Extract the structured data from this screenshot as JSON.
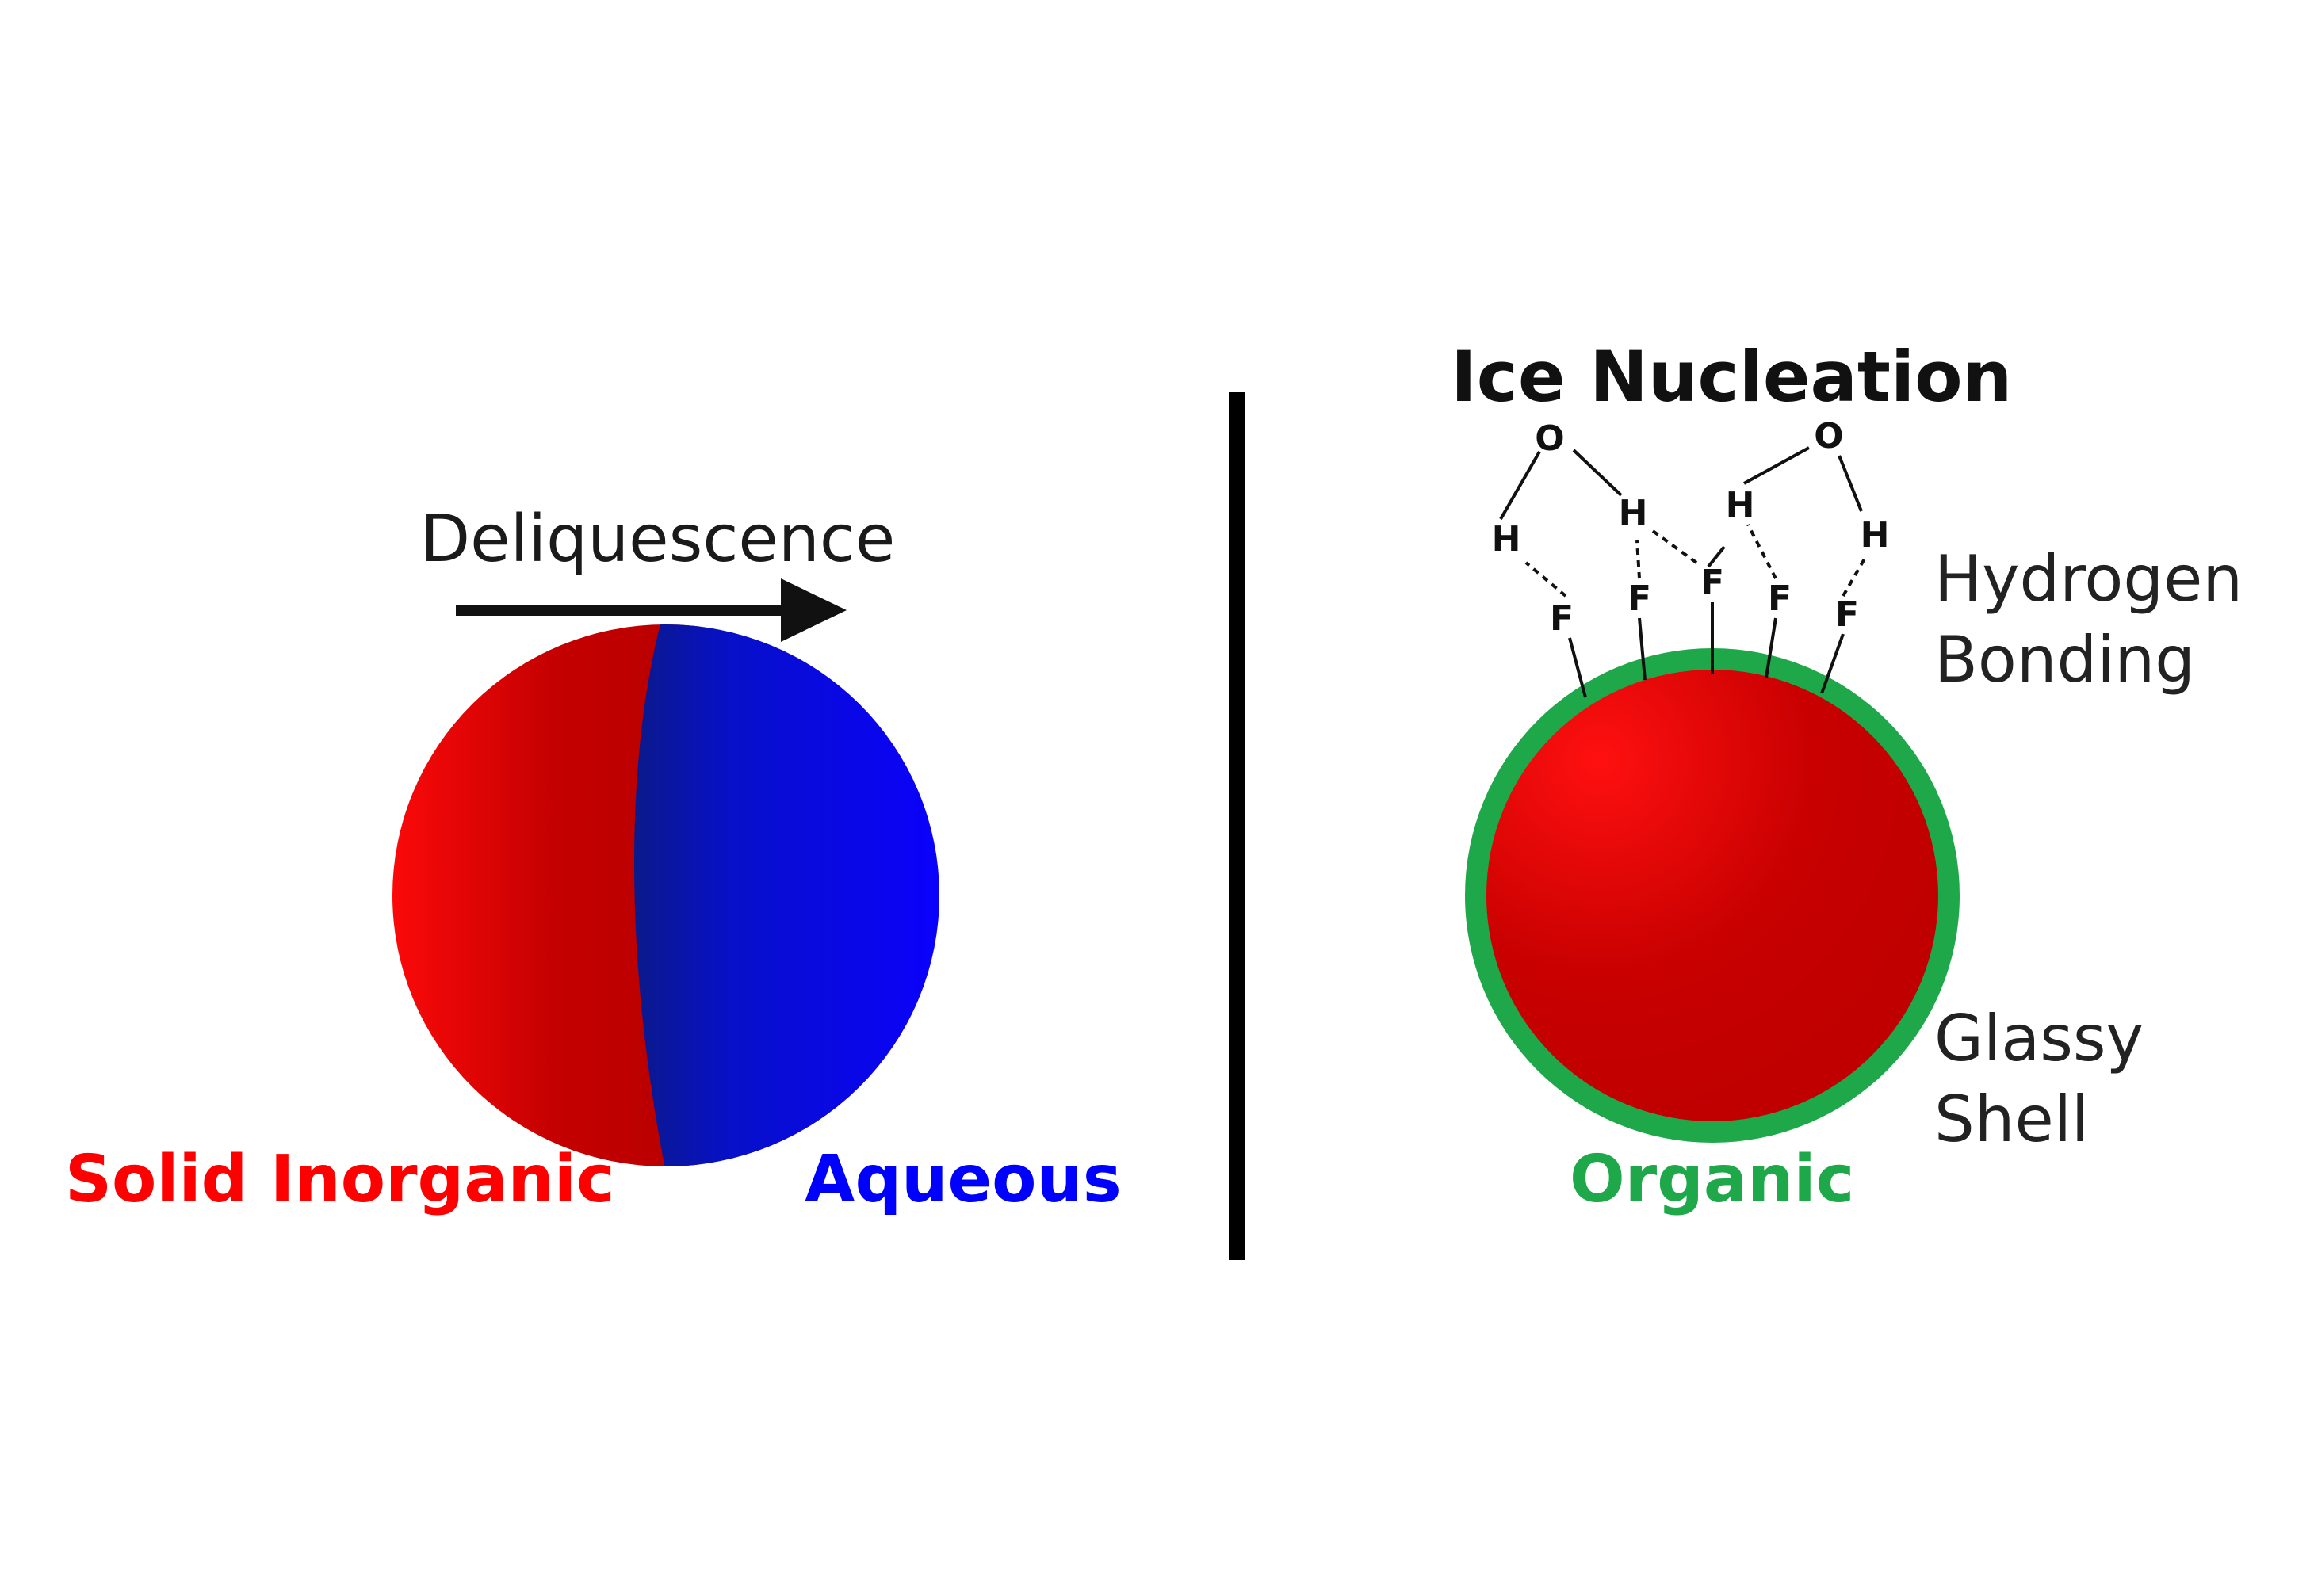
{
  "left_panel": {
    "arrow_label": "Deliquescence",
    "solid_label": "Solid Inorganic",
    "aqueous_label": "Aqueous",
    "solid_color": "#ff0000",
    "aqueous_color": "#0000ff"
  },
  "right_panel": {
    "title": "Ice Nucleation",
    "hbond_label": "Hydrogen Bonding",
    "shell_label": "Glassy Shell",
    "core_label": "Organic",
    "core_color": "#e00000",
    "shell_color": "#1fa84a"
  },
  "atoms": {
    "oxygen": "O",
    "hydrogen": "H",
    "fluorine": "F"
  }
}
